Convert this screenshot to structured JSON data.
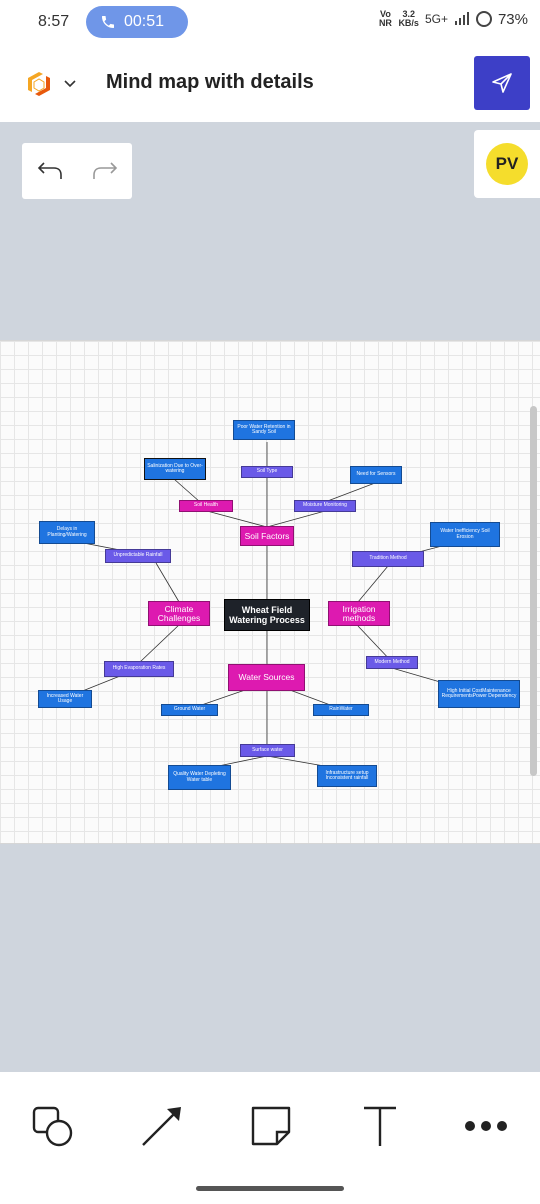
{
  "status_bar": {
    "time": "8:57",
    "call_timer": "00:51",
    "volte": "Vo NR",
    "speed_value": "3.2",
    "speed_unit": "KB/s",
    "network": "5G+",
    "battery": "73%"
  },
  "header": {
    "title": "Mind map with details",
    "share_icon": "send-icon",
    "logo_icon": "app-logo-icon"
  },
  "user": {
    "initials": "PV",
    "avatar_color": "#f5dd2c"
  },
  "colors": {
    "accent": "#3d3fc7",
    "node_blue": "#1f74e0",
    "node_purple": "#6a5ae8",
    "node_pink": "#dd1ab0",
    "node_center": "#1e2229"
  },
  "mindmap": {
    "center": "Wheat Field Watering Process",
    "nodes": {
      "poor_water": "Poor Water Retention in Sandy Soil",
      "salinization": "Salinization Due to Over-watering",
      "soil_type": "Soil Type",
      "need_sensors": "Need for Sensors",
      "soil_health": "Soil Health",
      "moisture": "Moisture Monitoring",
      "soil_factors": "Soil Factors",
      "delays": "Delays in Planting/Watering",
      "water_inefficiency": "Water Inefficiency Soil Erosion",
      "unpredictable": "Unpredictable Rainfall",
      "tradition": "Tradition Method",
      "climate": "Climate Challenges",
      "irrigation": "Irrigation methods",
      "modern": "Modern Method",
      "high_evap": "High Evaporation Rates",
      "water_sources": "Water Sources",
      "high_initial": "High Initial CostMaintenance RequirementsPower Dependency",
      "increased_usage": "Increased Water Usage",
      "ground_water": "Ground Water",
      "rainwater": "RainWater",
      "surface_water": "Surface water",
      "quality_water": "Quality Water Depleting Water table",
      "infrastructure": "Infrastructure setup Inconsistent rainfall"
    }
  },
  "toolbar": {
    "items": [
      "shapes-icon",
      "arrow-icon",
      "sticky-note-icon",
      "text-icon",
      "more-icon"
    ]
  }
}
